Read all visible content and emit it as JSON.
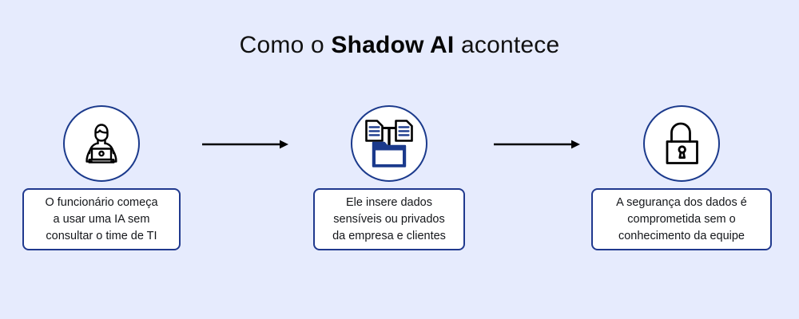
{
  "page": {
    "background_color": "#e6ebfd",
    "accent_color": "#1b3a8c",
    "box_border_color": "#20398e",
    "icon_line_color": "#000000",
    "title_color": "#111111"
  },
  "header": {
    "title_prefix": "Como o ",
    "title_strong": "Shadow AI",
    "title_suffix": " acontece"
  },
  "flow": {
    "steps": [
      {
        "id": "step-1",
        "icon_name": "person-with-laptop-icon",
        "text": "O funcionário começa a usar uma IA sem consultar o time de TI",
        "lines": [
          "O funcionário começa",
          "a usar uma IA sem",
          "consultar o time de TI"
        ]
      },
      {
        "id": "step-2",
        "icon_name": "documents-into-folder-icon",
        "text": "Ele insere dados sensíveis ou privados da empresa e clientes",
        "lines": [
          "Ele insere dados",
          "sensíveis ou privados",
          "da empresa e clientes"
        ]
      },
      {
        "id": "step-3",
        "icon_name": "open-padlock-icon",
        "text": "A segurança dos dados é comprometida sem o conhecimento da equipe",
        "lines": [
          "A segurança dos dados é",
          "comprometida sem o",
          "conhecimento da equipe"
        ]
      }
    ],
    "connectors": [
      {
        "id": "arrow-1",
        "icon_name": "right-arrow-icon",
        "direction": "right"
      },
      {
        "id": "arrow-2",
        "icon_name": "right-arrow-icon",
        "direction": "right"
      }
    ]
  }
}
